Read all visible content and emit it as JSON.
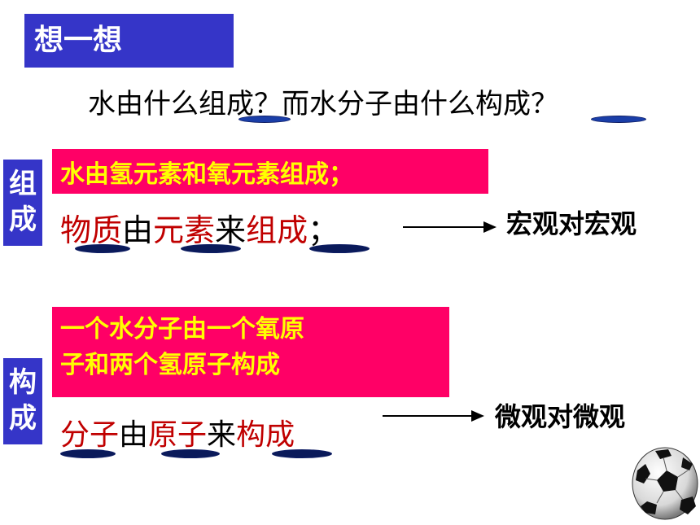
{
  "slide": {
    "title": "想一想",
    "question": "水由什么组成？而水分子由什么构成？",
    "composition": {
      "label_top": "组",
      "label_bottom": "成",
      "highlight": "水由氢元素和氧元素组成；",
      "statement_parts": [
        "物质",
        "由",
        "元素",
        "来",
        "组成",
        "；"
      ],
      "relation": "宏观对宏观"
    },
    "structure": {
      "label_top": "构",
      "label_bottom": "成",
      "highlight_line1": "一个水分子由一个氧原",
      "highlight_line2": "子和两个氢原子构成",
      "statement_parts": [
        "分子",
        "由",
        "原子",
        "来",
        "构成"
      ],
      "relation": "微观对微观"
    },
    "decor": {
      "ball_icon": "soccer-ball-icon"
    },
    "colors": {
      "title_bg": "#3535c8",
      "highlight_bg": "#ff0066",
      "highlight_text": "#ffff00",
      "key_term": "#c00000"
    }
  }
}
